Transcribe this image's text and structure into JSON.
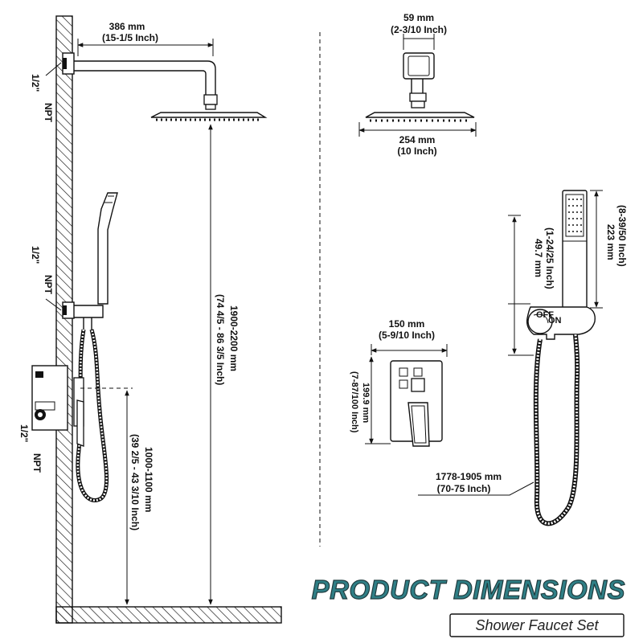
{
  "dimensions": {
    "arm_length_mm": "386 mm",
    "arm_length_in": "(15-1/5 Inch)",
    "connector_top": [
      "1/2\"",
      "NPT"
    ],
    "connector_mid": [
      "1/2\"",
      "NPT"
    ],
    "connector_valve": [
      "1/2\"",
      "NPT"
    ],
    "total_height_mm": "1900-2200 mm",
    "total_height_in": "(74 4/5 - 86 3/5 Inch)",
    "valve_height_mm": "1000-1100 mm",
    "valve_height_in": "(39 2/5 - 43 3/10 Inch)",
    "flange_width_mm": "59 mm",
    "flange_width_in": "(2-3/10 Inch)",
    "head_width_mm": "254 mm",
    "head_width_in": "(10 Inch)",
    "handheld_length_mm": "223 mm",
    "handheld_length_in": "(8-39/50 Inch)",
    "handheld_width_mm": "49.7 mm",
    "handheld_width_in": "(1-24/25 Inch)",
    "plate_width_mm": "150 mm",
    "plate_width_in": "(5-9/10 Inch)",
    "plate_height_mm": "199.9 mm",
    "plate_height_in": "(7-87/100 Inch)",
    "hose_length_mm": "1778-1905  mm",
    "hose_length_in": "(70-75 Inch)",
    "diverter_off": "OFF",
    "diverter_on": "ON"
  },
  "banner": {
    "title": "PRODUCT DIMENSIONS",
    "subtitle": "Shower Faucet Set"
  },
  "colors": {
    "title_fill": "#2f7f86",
    "line": "#111111"
  }
}
